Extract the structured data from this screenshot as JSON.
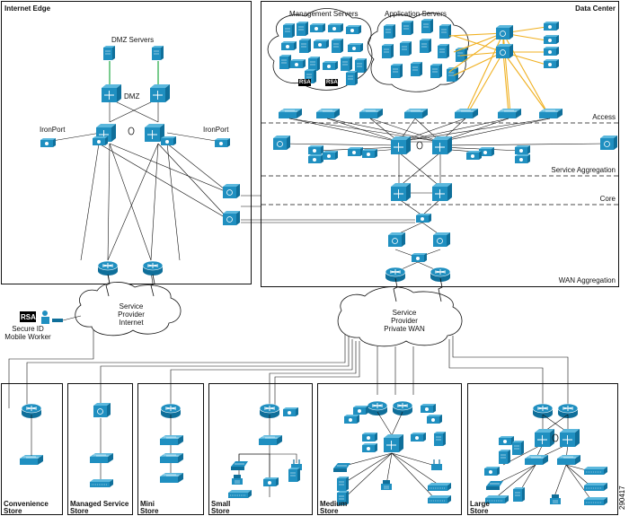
{
  "diagram": {
    "sections": {
      "internet_edge": "Internet Edge",
      "data_center": "Data Center"
    },
    "dmz": {
      "servers_label": "DMZ Servers",
      "switch_label": "DMZ"
    },
    "ironport": {
      "left": "IronPort",
      "right": "IronPort"
    },
    "dc_clusters": {
      "management": "Management Servers",
      "application": "Application Servers"
    },
    "rsa_tag": "RSA",
    "dc_layers": {
      "access": "Access",
      "service_aggregation": "Service Aggregation",
      "core": "Core",
      "wan_aggregation": "WAN Aggregation"
    },
    "clouds": {
      "internet": [
        "Service",
        "Provider",
        "Internet"
      ],
      "private_wan": [
        "Service",
        "Provider",
        "Private WAN"
      ]
    },
    "mobile_worker": {
      "logo": "RSA",
      "lines": [
        "Secure ID",
        "Mobile Worker"
      ]
    },
    "stores": [
      {
        "line1": "Convenience",
        "line2": "Store"
      },
      {
        "line1": "Managed Service",
        "line2": "Store"
      },
      {
        "line1": "Mini",
        "line2": "Store"
      },
      {
        "line1": "Small",
        "line2": "Store"
      },
      {
        "line1": "Medium",
        "line2": "Store"
      },
      {
        "line1": "Large",
        "line2": "Store"
      }
    ],
    "figure_number": "290417",
    "colors": {
      "device_blue": "#1f8fc0",
      "device_dark": "#0f6f9a",
      "wan_link": "#f0b020",
      "dmz_link": "#22aa44",
      "line": "#111111"
    }
  }
}
